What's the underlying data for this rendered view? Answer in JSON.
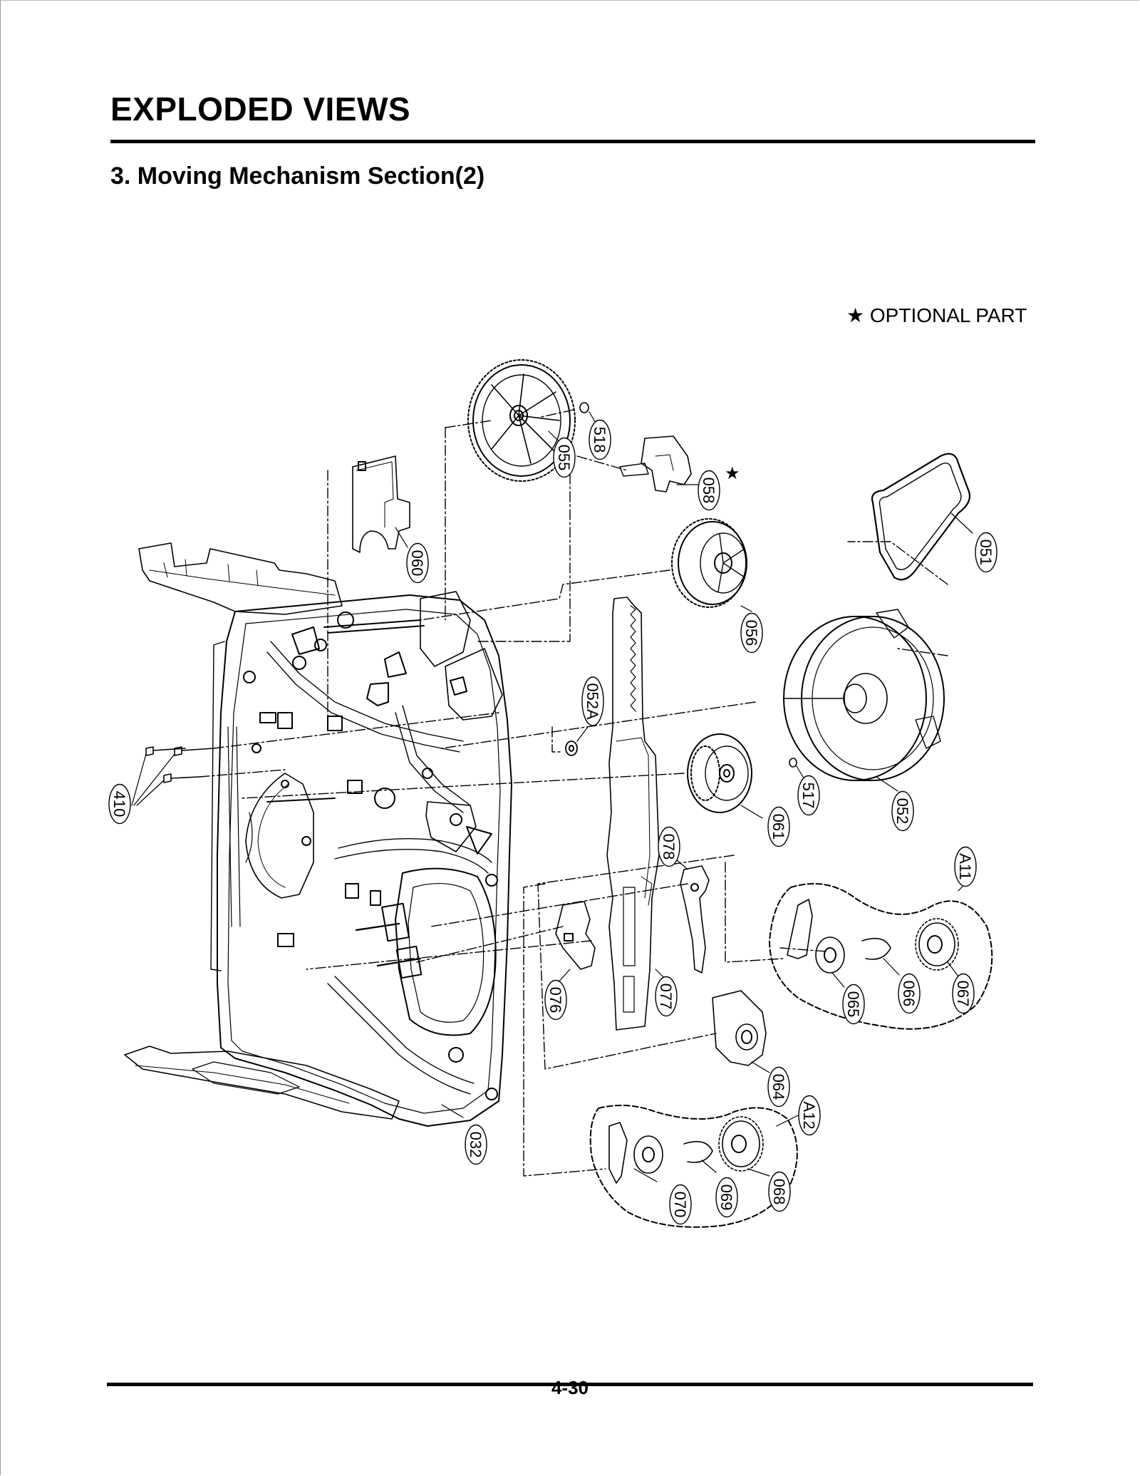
{
  "page": {
    "title": "EXPLODED VIEWS",
    "section_title": "3. Moving Mechanism Section(2)",
    "optional_note": "★ OPTIONAL PART",
    "page_number": "4-30"
  },
  "callouts": [
    {
      "id": "c-518",
      "text": "518"
    },
    {
      "id": "c-055",
      "text": "055"
    },
    {
      "id": "c-058",
      "text": "058"
    },
    {
      "id": "c-060",
      "text": "060"
    },
    {
      "id": "c-051",
      "text": "051"
    },
    {
      "id": "c-056",
      "text": "056"
    },
    {
      "id": "c-052A",
      "text": "052A"
    },
    {
      "id": "c-052",
      "text": "052"
    },
    {
      "id": "c-517",
      "text": "517"
    },
    {
      "id": "c-061",
      "text": "061"
    },
    {
      "id": "c-410",
      "text": "410"
    },
    {
      "id": "c-078",
      "text": "078"
    },
    {
      "id": "c-A11",
      "text": "A11"
    },
    {
      "id": "c-076",
      "text": "076"
    },
    {
      "id": "c-077",
      "text": "077"
    },
    {
      "id": "c-065",
      "text": "065"
    },
    {
      "id": "c-066",
      "text": "066"
    },
    {
      "id": "c-067",
      "text": "067"
    },
    {
      "id": "c-064",
      "text": "064"
    },
    {
      "id": "c-A12",
      "text": "A12"
    },
    {
      "id": "c-032",
      "text": "032"
    },
    {
      "id": "c-070",
      "text": "070"
    },
    {
      "id": "c-069",
      "text": "069"
    },
    {
      "id": "c-068",
      "text": "068"
    }
  ],
  "markers": {
    "optional_star": "★"
  }
}
